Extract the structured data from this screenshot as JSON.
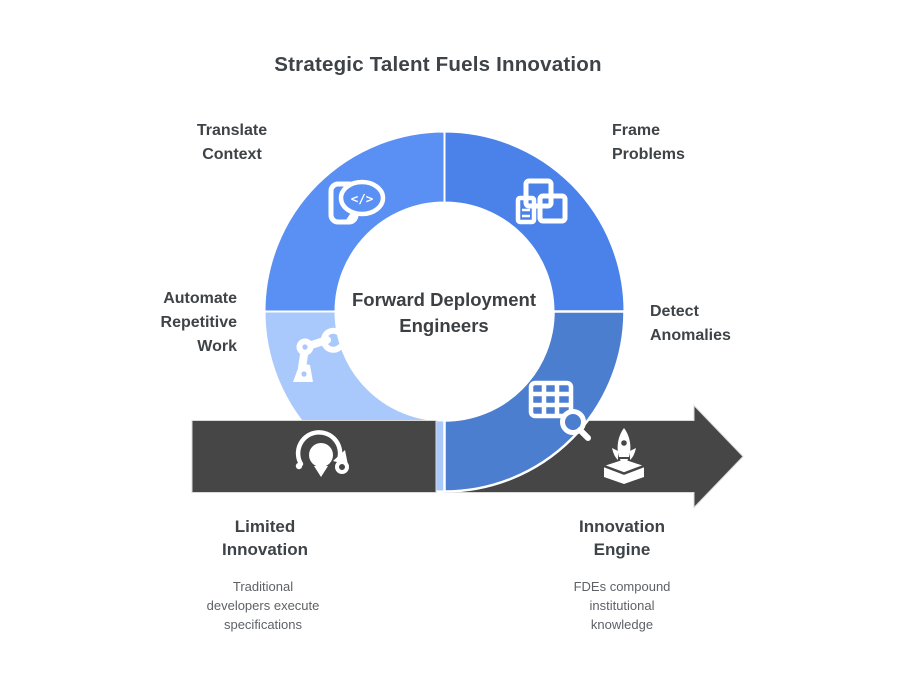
{
  "title": "Strategic Talent Fuels Innovation",
  "center_label": "Forward Deployment\nEngineers",
  "quadrant_labels": {
    "top_left": "Translate\nContext",
    "top_right": "Frame\nProblems",
    "left": "Automate\nRepetitive\nWork",
    "right": "Detect\nAnomalies"
  },
  "icons": {
    "top_left": "phone-chat-code-icon",
    "top_right": "overlapping-modules-icon",
    "left": "robot-arm-icon",
    "bottom_right": "table-search-icon",
    "bar_left": "bulb-cycle-icon",
    "bar_right": "rocket-launch-icon"
  },
  "icon_glyphs": {
    "code": "</>"
  },
  "bottom": {
    "left": {
      "heading": "Limited\nInnovation",
      "subtext": "Traditional\ndevelopers execute\nspecifications"
    },
    "right": {
      "heading": "Innovation\nEngine",
      "subtext": "FDEs compound\ninstitutional\nknowledge"
    }
  },
  "colors": {
    "quadrant_top_left": "#5a90f3",
    "quadrant_top_right": "#4a82ea",
    "quadrant_bottom_right": "#4c7ed0",
    "quadrant_bottom_left": "#a9c8fb",
    "arrow_bar": "#464646",
    "heading_text": "#3e4347",
    "subtext": "#5e6266",
    "icon": "#ffffff"
  }
}
